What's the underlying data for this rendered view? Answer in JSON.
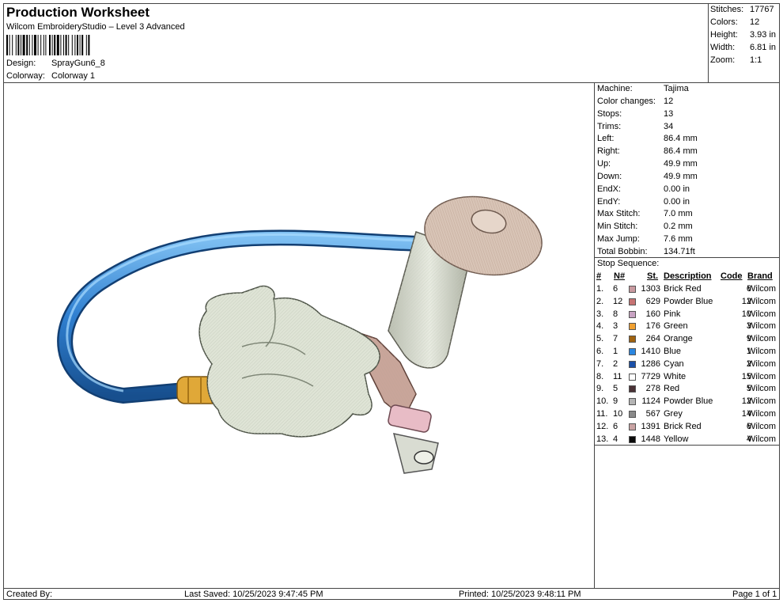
{
  "header": {
    "title": "Production Worksheet",
    "subtitle": "Wilcom EmbroideryStudio – Level 3 Advanced",
    "design_label": "Design:",
    "design_value": "SprayGun6_8",
    "colorway_label": "Colorway:",
    "colorway_value": "Colorway 1"
  },
  "summary": [
    {
      "label": "Stitches:",
      "value": "17767"
    },
    {
      "label": "Colors:",
      "value": "12"
    },
    {
      "label": "Height:",
      "value": "3.93 in"
    },
    {
      "label": "Width:",
      "value": "6.81 in"
    },
    {
      "label": "Zoom:",
      "value": "1:1"
    }
  ],
  "properties": [
    {
      "label": "Machine:",
      "value": "Tajima"
    },
    {
      "label": "Color changes:",
      "value": "12"
    },
    {
      "label": "Stops:",
      "value": "13"
    },
    {
      "label": "Trims:",
      "value": "34"
    },
    {
      "label": "Left:",
      "value": "86.4 mm"
    },
    {
      "label": "Right:",
      "value": "86.4 mm"
    },
    {
      "label": "Up:",
      "value": "49.9 mm"
    },
    {
      "label": "Down:",
      "value": "49.9 mm"
    },
    {
      "label": "EndX:",
      "value": "0.00 in"
    },
    {
      "label": "EndY:",
      "value": "0.00 in"
    },
    {
      "label": "Max Stitch:",
      "value": "7.0 mm"
    },
    {
      "label": "Min Stitch:",
      "value": "0.2 mm"
    },
    {
      "label": "Max Jump:",
      "value": "7.6 mm"
    },
    {
      "label": "Total Bobbin:",
      "value": "134.71ft"
    }
  ],
  "stop_sequence": {
    "title": "Stop Sequence:",
    "headers": {
      "num": "#",
      "n": "N#",
      "st": "St.",
      "description": "Description",
      "code": "Code",
      "brand": "Brand"
    },
    "rows": [
      {
        "num": "1.",
        "n": "6",
        "color": "#c99aa0",
        "st": "1303",
        "description": "Brick Red",
        "code": "6",
        "brand": "Wilcom"
      },
      {
        "num": "2.",
        "n": "12",
        "color": "#c67373",
        "st": "629",
        "description": "Powder Blue",
        "code": "12",
        "brand": "Wilcom"
      },
      {
        "num": "3.",
        "n": "8",
        "color": "#c8a3c3",
        "st": "160",
        "description": "Pink",
        "code": "10",
        "brand": "Wilcom"
      },
      {
        "num": "4.",
        "n": "3",
        "color": "#f0a030",
        "st": "176",
        "description": "Green",
        "code": "3",
        "brand": "Wilcom"
      },
      {
        "num": "5.",
        "n": "7",
        "color": "#a0620f",
        "st": "264",
        "description": "Orange",
        "code": "9",
        "brand": "Wilcom"
      },
      {
        "num": "6.",
        "n": "1",
        "color": "#2a86e0",
        "st": "1410",
        "description": "Blue",
        "code": "1",
        "brand": "Wilcom"
      },
      {
        "num": "7.",
        "n": "2",
        "color": "#1a50a8",
        "st": "1286",
        "description": "Cyan",
        "code": "2",
        "brand": "Wilcom"
      },
      {
        "num": "8.",
        "n": "11",
        "color": "#ffffff",
        "st": "7729",
        "description": "White",
        "code": "15",
        "brand": "Wilcom"
      },
      {
        "num": "9.",
        "n": "5",
        "color": "#4a3236",
        "st": "278",
        "description": "Red",
        "code": "5",
        "brand": "Wilcom"
      },
      {
        "num": "10.",
        "n": "9",
        "color": "#b4b4b4",
        "st": "1124",
        "description": "Powder Blue",
        "code": "12",
        "brand": "Wilcom"
      },
      {
        "num": "11.",
        "n": "10",
        "color": "#8a8a8a",
        "st": "567",
        "description": "Grey",
        "code": "14",
        "brand": "Wilcom"
      },
      {
        "num": "12.",
        "n": "6",
        "color": "#c9a3a3",
        "st": "1391",
        "description": "Brick Red",
        "code": "6",
        "brand": "Wilcom"
      },
      {
        "num": "13.",
        "n": "4",
        "color": "#0a0a0a",
        "st": "1448",
        "description": "Yellow",
        "code": "4",
        "brand": "Wilcom"
      }
    ]
  },
  "footer": {
    "created_by": "Created By:",
    "last_saved": "Last Saved: 10/25/2023 9:47:45 PM",
    "printed": "Printed: 10/25/2023 9:48:11 PM",
    "page": "Page 1 of 1"
  },
  "artwork": {
    "icon": "spray-gun-embroidery",
    "colors": {
      "hose": "#2f7fd0",
      "glove": "#dfe4d6",
      "cup": "#d8c4b6",
      "body": "#c9a59a",
      "fitting": "#e0a838"
    }
  }
}
